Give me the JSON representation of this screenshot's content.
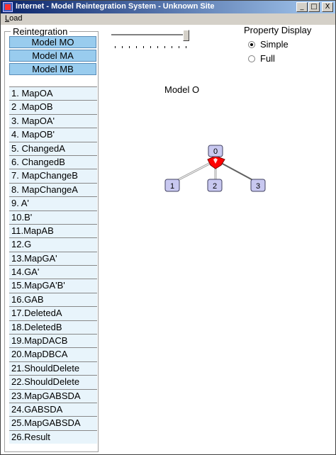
{
  "window": {
    "title": "Internet - Model Reintegration System - Unknown Site",
    "minimize_glyph": "_",
    "maximize_glyph": "□",
    "close_glyph": "X"
  },
  "menu": {
    "load_first": "L",
    "load_rest": "oad"
  },
  "reintegration": {
    "label": "Reintegration",
    "model_buttons": [
      "Model MO",
      "Model MA",
      "Model MB"
    ],
    "items": [
      "1. MapOA",
      "2 .MapOB",
      "3. MapOA'",
      "4. MapOB'",
      "5. ChangedA",
      "6. ChangedB",
      "7. MapChangeB",
      "8. MapChangeA",
      "9. A'",
      "10.B'",
      "11.MapAB",
      "12.G",
      "13.MapGA'",
      "14.GA'",
      "15.MapGA'B'",
      "16.GAB",
      "17.DeletedA",
      "18.DeletedB",
      "19.MapDACB",
      "20.MapDBCA",
      "21.ShouldDelete",
      "22.ShouldDelete",
      "23.MapGABSDA",
      "24.GABSDA",
      "25.MapGABSDA",
      "26.Result"
    ]
  },
  "property_display": {
    "title": "Property Display",
    "options": [
      "Simple",
      "Full"
    ],
    "selected": "Simple"
  },
  "model_view": {
    "title": "Model O",
    "nodes": [
      "0",
      "1",
      "2",
      "3"
    ],
    "node_color": "#c8c8f0",
    "connector_color": "#ff0000"
  },
  "slider": {
    "tick_count": 11
  }
}
